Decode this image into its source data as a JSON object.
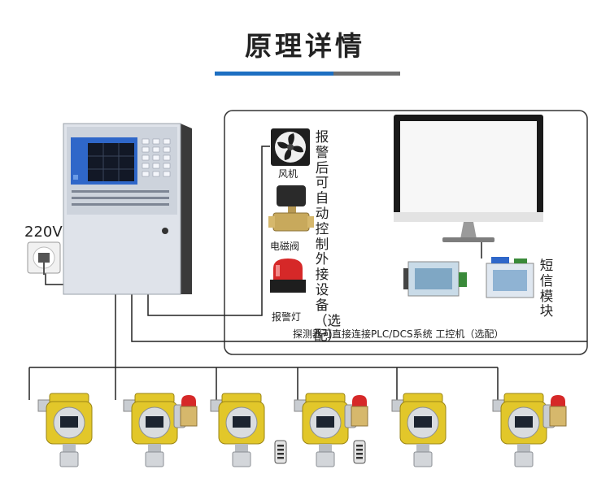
{
  "title": "原理详情",
  "power_label": "220V",
  "devices": {
    "fan": "风机",
    "valve": "电磁阀",
    "alarm_lamp": "报警灯"
  },
  "vertical_note": "报警后可自动控制外接设备（选配）",
  "sms_module": "短信模块",
  "bottom_note": "探测器可直接连接PLC/DCS系统 工控机（选配）",
  "colors": {
    "accent": "#1d6fc2",
    "panel": "#dfe3ea",
    "screen": "#2f67c9",
    "detector_body": "#e2c72a",
    "lamp": "#d62828"
  }
}
